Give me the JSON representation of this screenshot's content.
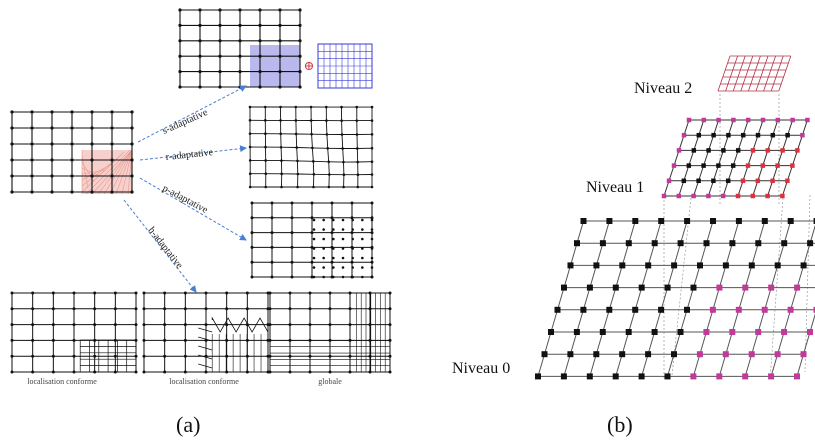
{
  "captions": {
    "a": "(a)",
    "b": "(b)"
  },
  "panel_a": {
    "arrow_labels": [
      "s-adaptative",
      "r-adaptative",
      "p-adaptative",
      "h-adaptative"
    ],
    "h_variants": [
      "localisation conforme",
      "localisation conforme",
      "globale"
    ],
    "plus_symbol": "⊕"
  },
  "panel_b": {
    "levels": [
      "Niveau 2",
      "Niveau 1",
      "Niveau 0"
    ]
  },
  "colors": {
    "grid": "#111111",
    "node": "#111111",
    "refine_blue": "#3b3bd8",
    "refine_blue_fill": "#b9b9ee",
    "refine_red_fill": "#f6d0cc",
    "refine_red_line": "#d63a3a",
    "arrow": "#4a7fd0",
    "magenta": "#c03a9a",
    "red_node": "#e03040",
    "level2": "#b0304a"
  }
}
